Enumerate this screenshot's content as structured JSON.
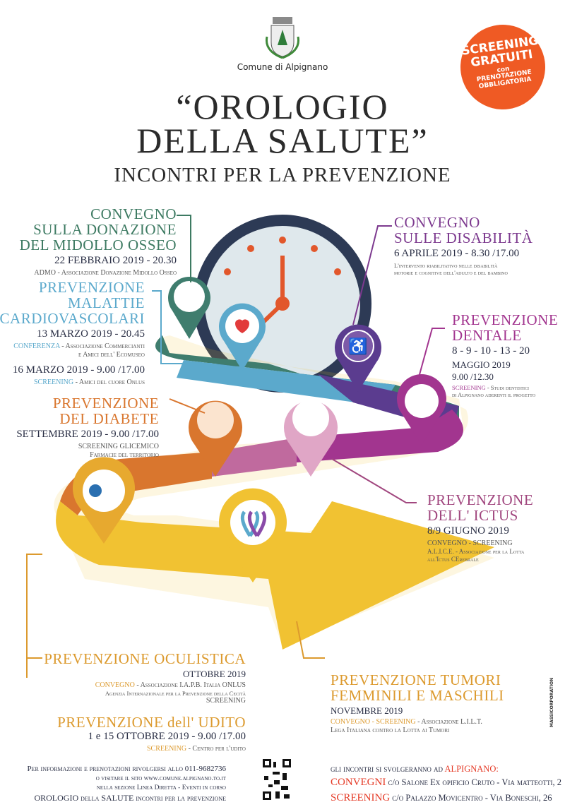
{
  "header": {
    "municipality": "Comune di Alpignano",
    "title_line1": "“OROLOGIO",
    "title_line2": "DELLA SALUTE”",
    "subtitle": "INCONTRI PER LA PREVENZIONE"
  },
  "badge": {
    "line1": "SCREENING",
    "line2": "GRATUITI",
    "line3": "con",
    "line4": "PRENOTAZIONE",
    "line5": "OBBLIGATORIA",
    "color": "#ef5a24"
  },
  "events": {
    "midollo": {
      "title1": "CONVEGNO",
      "title2": "SULLA DONAZIONE",
      "title3": "DEL MIDOLLO OSSEO",
      "date": "22 FEBBRAIO 2019 - 20.30",
      "org": "ADMO - Associazione Donazione Midollo Osseo"
    },
    "cardio": {
      "title1": "PREVENZIONE",
      "title2": "MALATTIE",
      "title3": "CARDIOVASCOLARI",
      "date1": "13 MARZO 2019 - 20.45",
      "type1": "CONFERENZA",
      "org1": "- Associazione Commercianti",
      "org1b": "e Amici dell' Ecomuseo",
      "date2": "16 MARZO 2019 - 9.00 /17.00",
      "type2": "SCREENING",
      "org2": "- Amici del cuore Onlus"
    },
    "disabilita": {
      "title1": "CONVEGNO",
      "title2": "SULLE DISABILITÀ",
      "date": "6 APRILE 2019 - 8.30 /17.00",
      "desc1": "L'intervento riabilitativo nelle disabilità",
      "desc2": "motorie e cognitive dell'adulto e del bambino"
    },
    "dentale": {
      "title1": "PREVENZIONE",
      "title2": "DENTALE",
      "days": "8 - 9 - 10 - 13 - 20",
      "month": "MAGGIO 2019",
      "time": "9.00 /12.30",
      "type": "SCREENING",
      "org1": "- Studi dentistici",
      "org2": "di Alpignano aderenti il progetto"
    },
    "diabete": {
      "title1": "PREVENZIONE",
      "title2": "DEL DIABETE",
      "date": "SETTEMBRE 2019 - 9.00 /17.00",
      "type": "SCREENING GLICEMICO",
      "org": "Farmacie del territorio"
    },
    "ictus": {
      "title1": "PREVENZIONE",
      "title2": "DELL' ICTUS",
      "date": "8/9 GIUGNO 2019",
      "type": "CONVEGNO - SCREENING",
      "org1": "A.L.I.C.E. - Associazione per la Lotta",
      "org2": "all'Ictus CErebrale"
    },
    "oculistica": {
      "title": "PREVENZIONE OCULISTICA",
      "date": "OTTOBRE 2019",
      "type": "CONVEGNO",
      "org1": "- Associazione I.A.P.B. Italia ONLUS",
      "org2": "Agenzia Internazionale per la Prevenzione della Cecità",
      "type2": "SCREENING"
    },
    "udito": {
      "title": "PREVENZIONE dell' UDITO",
      "date": "1 e 15 OTTOBRE 2019 - 9.00 /17.00",
      "type": "SCREENING",
      "org": "- Centro per l'udito"
    },
    "tumori": {
      "title1": "PREVENZIONE TUMORI",
      "title2": "FEMMINILI E MASCHILI",
      "date": "NOVEMBRE 2019",
      "type": "CONVEGNO - SCREENING",
      "org1": "- Associazione L.I.L.T.",
      "org2": "Lega Italiana contro la Lotta ai Tumori"
    }
  },
  "footer": {
    "info1": "Per informazioni e prenotazioni rivolgersi allo 011-9682736",
    "info2": "o visitare il sito www.comune.alpignano.to.it",
    "info3": "nella sezione Linea Diretta - Eventi in corso",
    "info4": "OROLOGIO della SALUTE incontri per la prevenzione",
    "venue_intro": "gli incontri si svolgeranno ad",
    "venue_city": "ALPIGNANO:",
    "conv_label": "CONVEGNI",
    "conv_place": "c/o Salone Ex opificio Cruto - Via matteotti, 2",
    "scr_label": "SCREENING",
    "scr_place": "c/o Palazzo Movicentro - Via Boneschi, 26"
  },
  "credit": "MASSICORPORATION"
}
